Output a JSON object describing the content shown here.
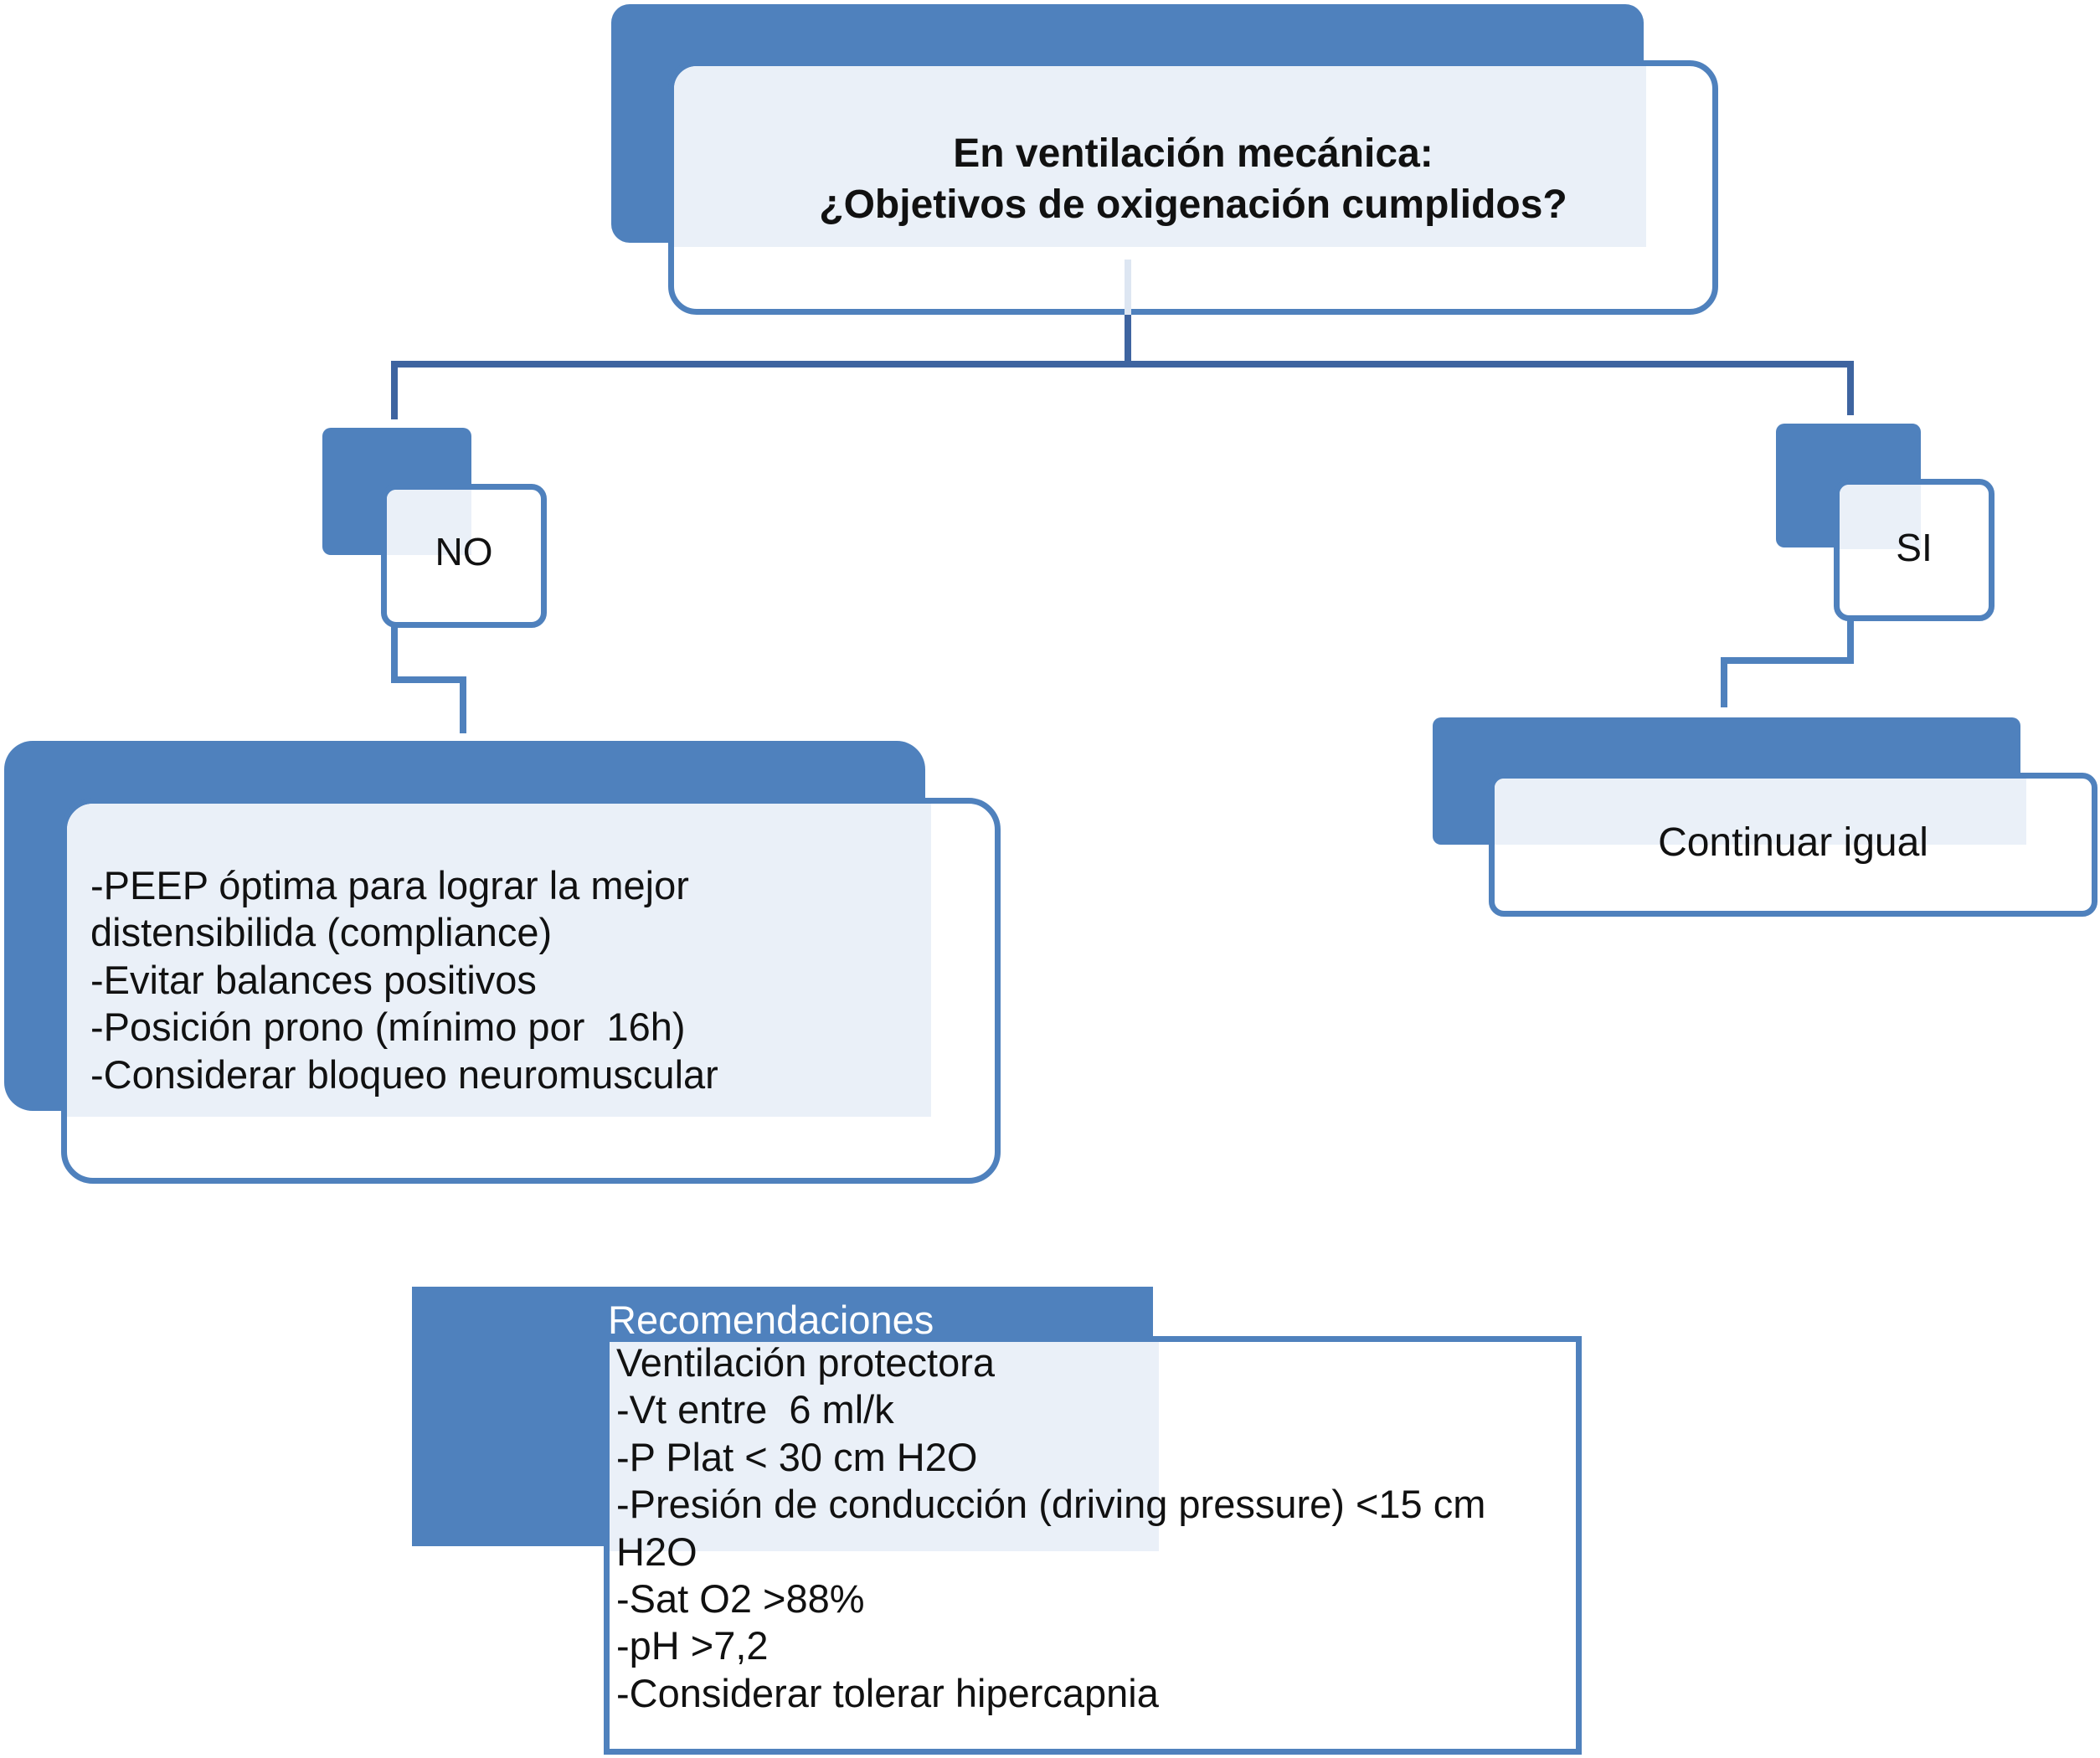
{
  "top": {
    "line1": "En ventilación mecánica:",
    "line2": "¿Objetivos de oxigenación cumplidos?"
  },
  "no": {
    "label": "NO"
  },
  "si": {
    "label": "SI"
  },
  "no_box": {
    "lines": [
      "-PEEP óptima para lograr la mejor",
      "distensibilida (compliance)",
      "-Evitar balances positivos",
      "-Posición prono (mínimo por  16h)",
      "-Considerar bloqueo neuromuscular"
    ]
  },
  "si_box": {
    "text": "Continuar igual"
  },
  "rec": {
    "title": "Recomendaciones",
    "lines": [
      "Ventilación protectora",
      "-Vt entre  6 ml/k",
      "-P Plat < 30 cm H2O",
      "-Presión de conducción (driving pressure) <15 cm",
      "H2O",
      "-Sat O2 >88%",
      "-pH >7,2",
      "-Considerar tolerar hipercapnia"
    ]
  },
  "colors": {
    "accent": "#4f81bd",
    "fill": "#eaf0f8",
    "connector": "#3e64a0"
  }
}
